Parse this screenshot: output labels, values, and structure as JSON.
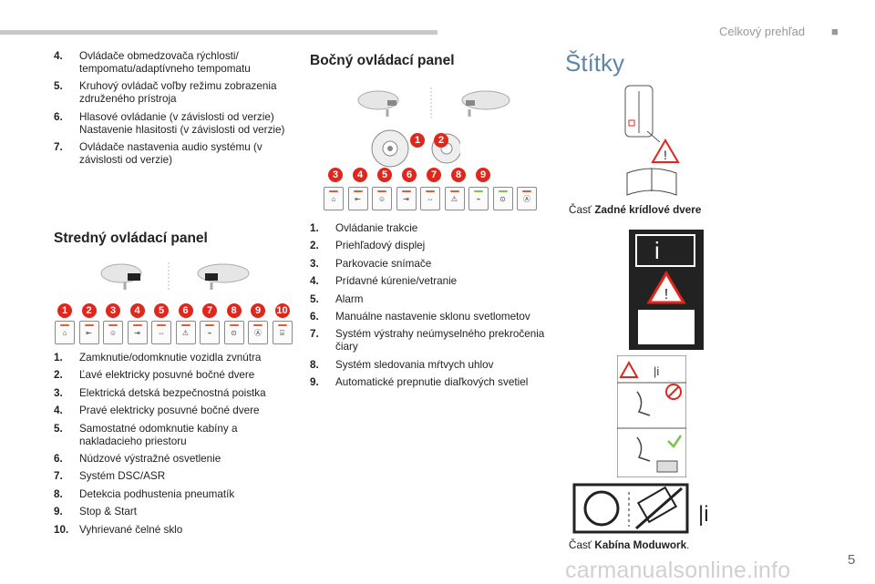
{
  "header": {
    "section": "Celkový prehľad",
    "bullet": "■"
  },
  "top_list": [
    {
      "n": "4.",
      "t": "Ovládače obmedzovača rýchlosti/ tempomatu/adaptívneho tempomatu"
    },
    {
      "n": "5.",
      "t": "Kruhový ovládač voľby režimu zobrazenia združeného prístroja"
    },
    {
      "n": "6.",
      "t": "Hlasové ovládanie (v závislosti od verzie) Nastavenie hlasitosti (v závislosti od verzie)"
    },
    {
      "n": "7.",
      "t": "Ovládače nastavenia audio systému (v závislosti od verzie)"
    }
  ],
  "center_panel": {
    "title": "Stredný ovládací panel",
    "badges": [
      "1",
      "2",
      "3",
      "4",
      "5",
      "6",
      "7",
      "8",
      "9",
      "10"
    ],
    "items": [
      {
        "n": "1.",
        "t": "Zamknutie/odomknutie vozidla zvnútra"
      },
      {
        "n": "2.",
        "t": "Ľavé elektricky posuvné bočné dvere"
      },
      {
        "n": "3.",
        "t": "Elektrická detská bezpečnostná poistka"
      },
      {
        "n": "4.",
        "t": "Pravé elektricky posuvné bočné dvere"
      },
      {
        "n": "5.",
        "t": "Samostatné odomknutie kabíny a nakladacieho priestoru"
      },
      {
        "n": "6.",
        "t": "Núdzové výstražné osvetlenie"
      },
      {
        "n": "7.",
        "t": "Systém DSC/ASR"
      },
      {
        "n": "8.",
        "t": "Detekcia podhustenia pneumatík"
      },
      {
        "n": "9.",
        "t": "Stop & Start"
      },
      {
        "n": "10.",
        "t": "Vyhrievané čelné sklo"
      }
    ]
  },
  "side_panel": {
    "title": "Bočný ovládací panel",
    "badges_top": [
      "1",
      "2"
    ],
    "badges_row": [
      "3",
      "4",
      "5",
      "6",
      "7",
      "8",
      "9"
    ],
    "items": [
      {
        "n": "1.",
        "t": "Ovládanie trakcie"
      },
      {
        "n": "2.",
        "t": "Priehľadový displej"
      },
      {
        "n": "3.",
        "t": "Parkovacie snímače"
      },
      {
        "n": "4.",
        "t": "Prídavné kúrenie/vetranie"
      },
      {
        "n": "5.",
        "t": "Alarm"
      },
      {
        "n": "6.",
        "t": "Manuálne nastavenie sklonu svetlometov"
      },
      {
        "n": "7.",
        "t": "Systém výstrahy neúmyselného prekročenia čiary"
      },
      {
        "n": "8.",
        "t": "Systém sledovania mŕtvych uhlov"
      },
      {
        "n": "9.",
        "t": "Automatické prepnutie diaľkových svetiel"
      }
    ]
  },
  "labels": {
    "title": "Štítky",
    "caption1_prefix": "Časť ",
    "caption1_bold": "Zadné krídlové dvere",
    "caption2_prefix": "Časť ",
    "caption2_bold": "Kabína Moduwork",
    "caption2_suffix": "."
  },
  "page_number": "5",
  "watermark": "carmanualsonline.info",
  "colors": {
    "badge_red": "#e1261c",
    "title_blue": "#5d86a8",
    "led_orange": "#e45a3a",
    "led_green": "#7dc24b"
  }
}
